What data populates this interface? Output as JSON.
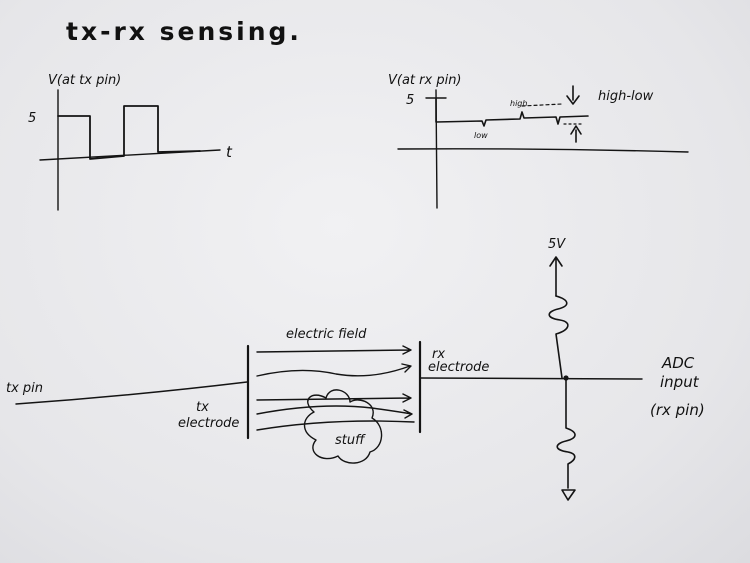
{
  "title": "tx-rx sensing.",
  "tx_plot": {
    "ylabel": "V(at tx pin)",
    "ytick": "5",
    "xlabel": "t"
  },
  "rx_plot": {
    "ylabel": "V(at rx pin)",
    "ytick": "5",
    "low_label": "low",
    "high_label": "high",
    "diff_label": "high-low"
  },
  "circuit": {
    "tx_pin": "tx pin",
    "tx_electrode_line1": "tx",
    "tx_electrode_line2": "electrode",
    "rx_electrode_line1": "rx",
    "rx_electrode_line2": "electrode",
    "field_label": "electric field",
    "stuff_label": "stuff",
    "supply": "5V",
    "adc_line1": "ADC",
    "adc_line2": "input",
    "adc_line3": "(rx pin)"
  },
  "ink_color": "#141414"
}
